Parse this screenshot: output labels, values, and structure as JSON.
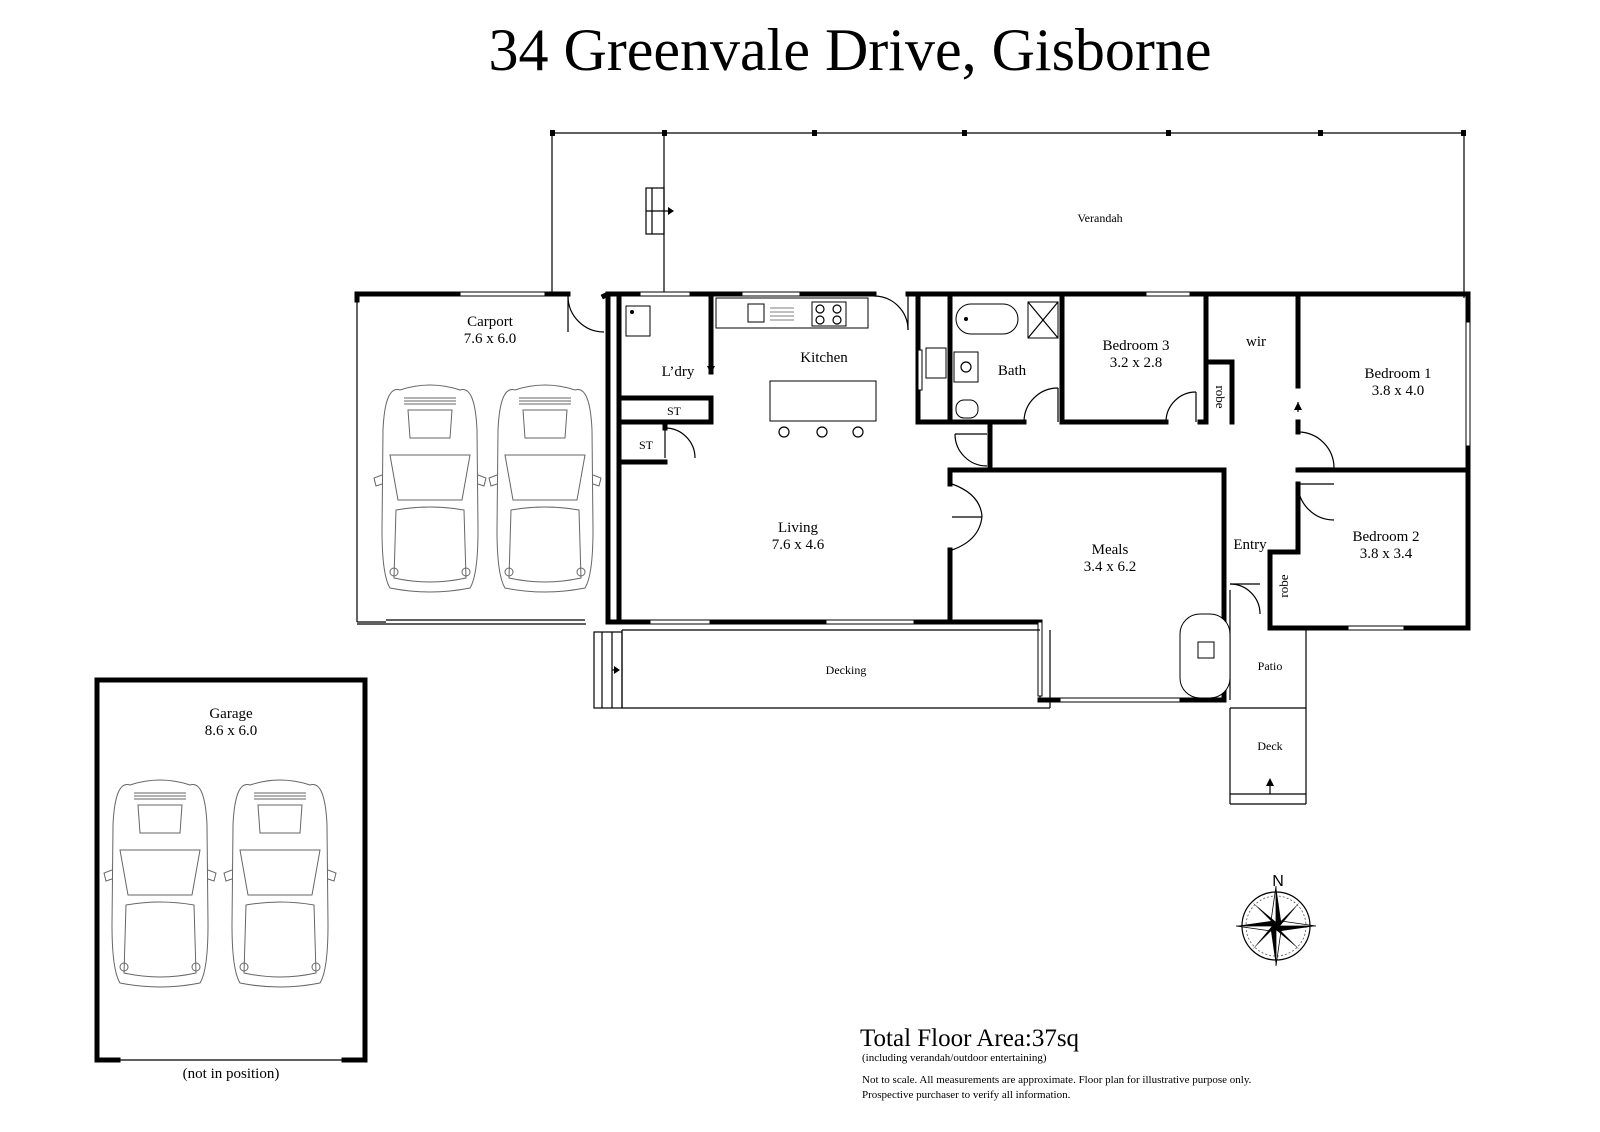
{
  "title": "34 Greenvale Drive, Gisborne",
  "rooms": {
    "verandah": {
      "name": "Verandah"
    },
    "carport": {
      "name": "Carport",
      "dims": "7.6 x 6.0"
    },
    "laundry": {
      "name": "L’dry"
    },
    "store1": {
      "name": "ST"
    },
    "store2": {
      "name": "ST"
    },
    "kitchen": {
      "name": "Kitchen"
    },
    "bath": {
      "name": "Bath"
    },
    "bedroom3": {
      "name": "Bedroom 3",
      "dims": "3.2 x 2.8"
    },
    "wir": {
      "name": "wir"
    },
    "robe1": {
      "name": "robe"
    },
    "bedroom1": {
      "name": "Bedroom 1",
      "dims": "3.8 x 4.0"
    },
    "living": {
      "name": "Living",
      "dims": "7.6 x 4.6"
    },
    "meals": {
      "name": "Meals",
      "dims": "3.4 x 6.2"
    },
    "entry": {
      "name": "Entry"
    },
    "robe2": {
      "name": "robe"
    },
    "bedroom2": {
      "name": "Bedroom 2",
      "dims": "3.8 x 3.4"
    },
    "decking": {
      "name": "Decking"
    },
    "patio": {
      "name": "Patio"
    },
    "deck": {
      "name": "Deck"
    },
    "garage": {
      "name": "Garage",
      "dims": "8.6 x 6.0",
      "note": "(not in position)"
    }
  },
  "compass": {
    "north": "N"
  },
  "footer": {
    "total_area": "Total Floor Area:37sq",
    "area_note": "(including verandah/outdoor entertaining)",
    "disclaimer_line1": "Not to scale. All measurements are approximate. Floor plan for illustrative purpose only.",
    "disclaimer_line2": "Prospective purchaser to verify all information."
  }
}
